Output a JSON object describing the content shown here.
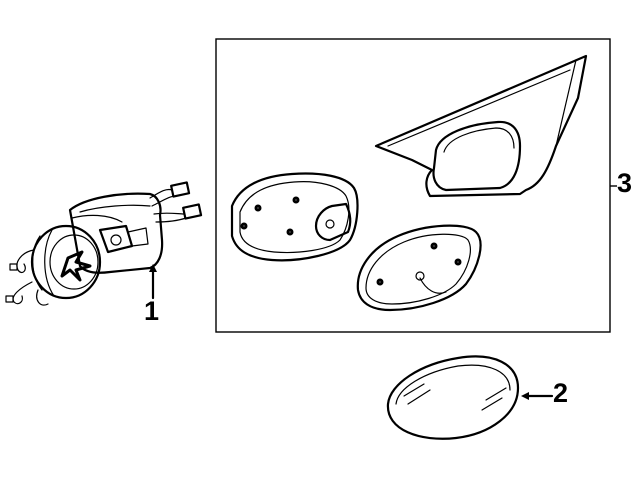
{
  "callouts": {
    "part1": "1",
    "part2": "2",
    "part3": "3"
  },
  "icons": {
    "mirror_motor": "mirror-motor-assembly",
    "mirror_glass": "mirror-glass",
    "mirror_housing": "mirror-housing-assembly"
  },
  "colors": {
    "line": "#000000",
    "background": "#ffffff"
  }
}
